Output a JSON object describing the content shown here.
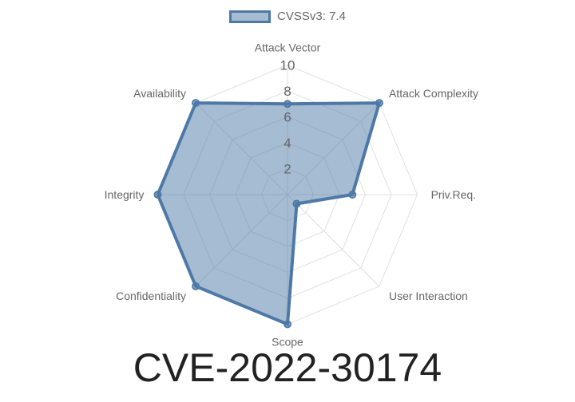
{
  "chart_data": {
    "type": "radar",
    "labels": [
      "Attack Vector",
      "Attack Complexity",
      "Priv.Req.",
      "User Interaction",
      "Scope",
      "Confidentiality",
      "Integrity",
      "Availability"
    ],
    "series": [
      {
        "name": "CVSSv3: 7.4",
        "values": [
          7,
          10,
          5,
          1,
          10,
          10,
          10,
          10
        ]
      }
    ],
    "rlim": [
      0,
      10
    ],
    "ticks": [
      "2",
      "4",
      "6",
      "8",
      "10"
    ],
    "legend_position": "top",
    "color": "#4e79a7"
  },
  "title": "CVE-2022-30174"
}
